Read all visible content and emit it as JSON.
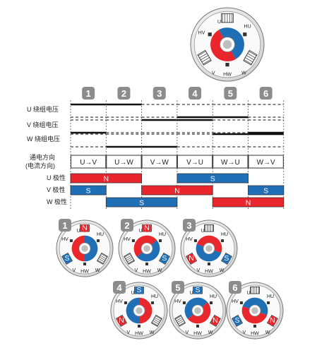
{
  "colors": {
    "red": "#e8262b",
    "blue": "#1f6fb6",
    "gray": "#8c8c8c",
    "line": "#111111"
  },
  "coil_labels": {
    "u": "U",
    "hu": "HU",
    "hv": "HV",
    "hw": "HW",
    "v": "V",
    "w": "W"
  },
  "pole_labels": {
    "n": "N",
    "s": "S"
  },
  "steps": [
    "1",
    "2",
    "3",
    "4",
    "5",
    "6"
  ],
  "row_labels": {
    "u_voltage": "U 绕组电压",
    "v_voltage": "V 绕组电压",
    "w_voltage": "W 绕组电压",
    "direction_1": "通电方向",
    "direction_2": "(电流方向)",
    "u_polarity": "U 极性",
    "v_polarity": "V 极性",
    "w_polarity": "W 极性"
  },
  "directions": [
    "U→V",
    "U→W",
    "V→W",
    "V→U",
    "W→U",
    "W→V"
  ],
  "polarity": {
    "u": [
      {
        "from": 0,
        "to": 2,
        "pole": "N",
        "color": "red"
      },
      {
        "from": 3,
        "to": 5,
        "pole": "S",
        "color": "blue"
      }
    ],
    "v": [
      {
        "from": 0,
        "to": 1,
        "pole": "S",
        "color": "blue"
      },
      {
        "from": 2,
        "to": 4,
        "pole": "N",
        "color": "red"
      },
      {
        "from": 5,
        "to": 6,
        "pole": "S",
        "color": "blue"
      }
    ],
    "w": [
      {
        "from": 1,
        "to": 3,
        "pole": "S",
        "color": "blue"
      },
      {
        "from": 4,
        "to": 6,
        "pole": "N",
        "color": "red"
      }
    ]
  },
  "voltage_levels": {
    "u": [
      "high",
      "high",
      "float",
      "low",
      "low",
      "float"
    ],
    "v": [
      "low",
      "float",
      "high",
      "high",
      "float",
      "low"
    ],
    "w": [
      "float",
      "low",
      "low",
      "float",
      "high",
      "high"
    ]
  },
  "motors": [
    {
      "step": "1",
      "rotor_angle": 90,
      "north": "u",
      "south": "v"
    },
    {
      "step": "2",
      "rotor_angle": 40,
      "north": "u",
      "south": "w"
    },
    {
      "step": "3",
      "rotor_angle": -20,
      "north": "v",
      "south": "w"
    },
    {
      "step": "4",
      "rotor_angle": -90,
      "north": "v",
      "south": "u"
    },
    {
      "step": "5",
      "rotor_angle": -140,
      "north": "w",
      "south": "u"
    },
    {
      "step": "6",
      "rotor_angle": 160,
      "north": "w",
      "south": "v"
    }
  ]
}
